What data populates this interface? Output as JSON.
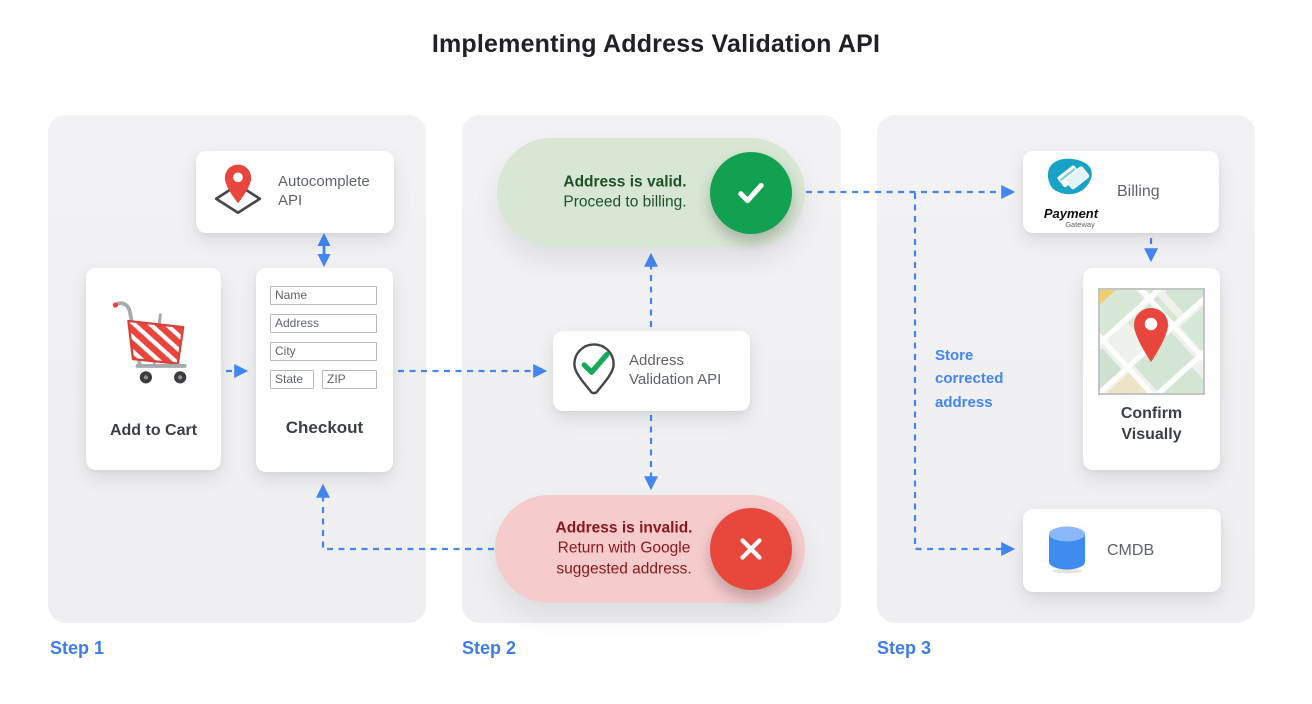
{
  "title": "Implementing Address Validation API",
  "steps": {
    "step1": "Step 1",
    "step2": "Step 2",
    "step3": "Step 3"
  },
  "panel1": {
    "autocomplete_label": "Autocomplete API",
    "cart_label": "Add to Cart",
    "checkout_label": "Checkout",
    "fields": {
      "name": "Name",
      "address": "Address",
      "city": "City",
      "state": "State",
      "zip": "ZIP"
    }
  },
  "panel2": {
    "valid_title": "Address is valid.",
    "valid_subtitle": "Proceed to billing.",
    "validation_label": "Address Validation API",
    "invalid_title": "Address is invalid.",
    "invalid_subtitle": "Return with Google suggested address."
  },
  "panel3": {
    "billing_label": "Billing",
    "payment_logo_title": "Payment",
    "payment_logo_subtitle": "Gateway",
    "confirm_label": "Confirm Visually",
    "cmdb_label": "CMDB",
    "store_note": "Store corrected address"
  },
  "icons": {
    "cart-icon": "red striped shopping cart",
    "autocomplete-pin-icon": "red map pin over diamond tile",
    "validation-pin-icon": "pin outline with green check",
    "check-icon": "white check in green circle",
    "cross-icon": "white cross in red circle",
    "payment-gateway-icon": "teal blob with credit cards",
    "map-icon": "street map with red pin",
    "database-icon": "blue cylinder"
  },
  "colors": {
    "accent_blue": "#4285f4",
    "step_blue": "#3d7dea",
    "valid_green": "#12a150",
    "invalid_red": "#e8473c",
    "pill_green_bg": "#d8e6d4",
    "pill_red_bg": "#f5cbcc",
    "panel_gray": "#f1f1f3"
  }
}
